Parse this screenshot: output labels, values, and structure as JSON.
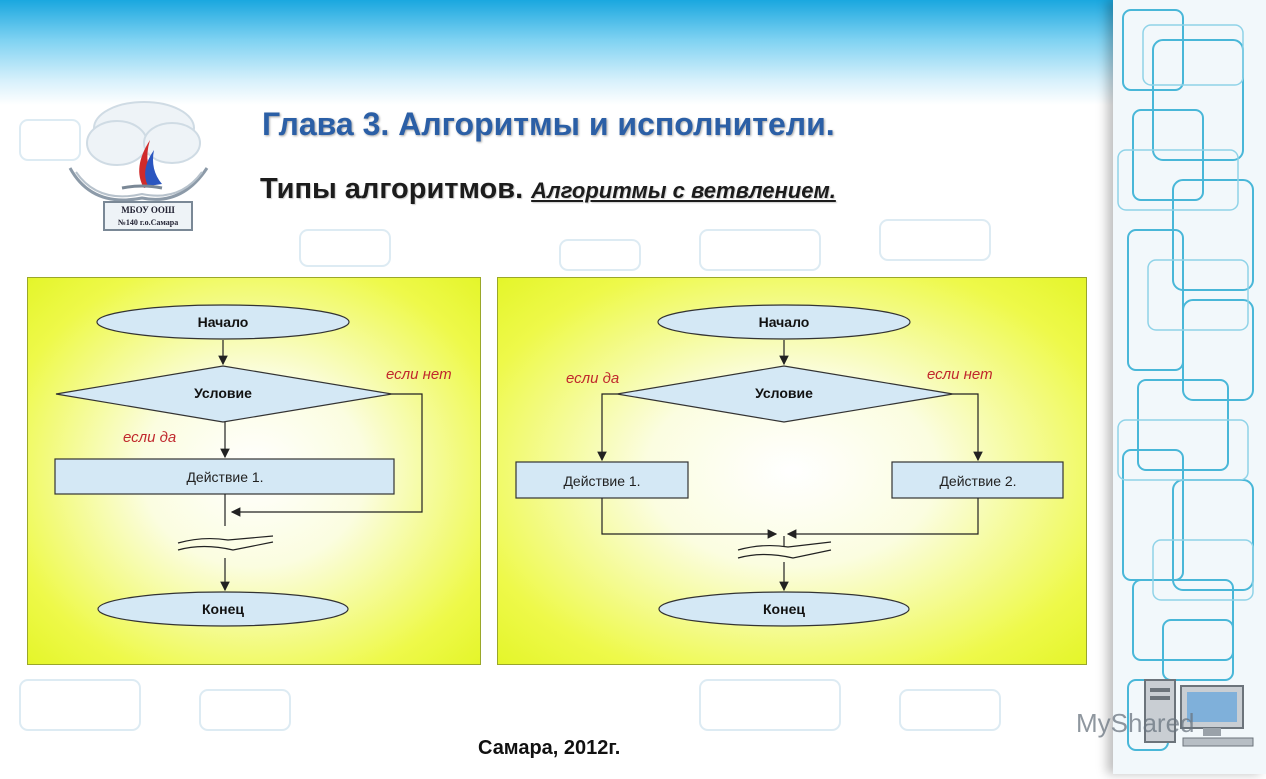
{
  "header": {
    "title": "Глава 3. Алгоритмы и исполнители.",
    "subtitle": "Типы алгоритмов.",
    "subtitle_em": "Алгоритмы с ветвлением."
  },
  "logo": {
    "text_line1": "МБОУ ООШ",
    "text_line2": "№140 г.о.Самара"
  },
  "diagram_a": {
    "start": "Начало",
    "condition": "Условие",
    "yes": "если да",
    "no": "если нет",
    "action1": "Действие 1.",
    "end": "Конец"
  },
  "diagram_b": {
    "start": "Начало",
    "condition": "Условие",
    "yes": "если да",
    "no": "если нет",
    "action1": "Действие 1.",
    "action2": "Действие 2.",
    "end": "Конец"
  },
  "footer": {
    "text": "Самара, 2012г."
  },
  "watermark": {
    "text": "MyShared"
  },
  "colors": {
    "title": "#2b5fa6",
    "shape_fill": "#d4e8f5",
    "label_red": "#c0282d",
    "panel": "#e6f52f"
  }
}
